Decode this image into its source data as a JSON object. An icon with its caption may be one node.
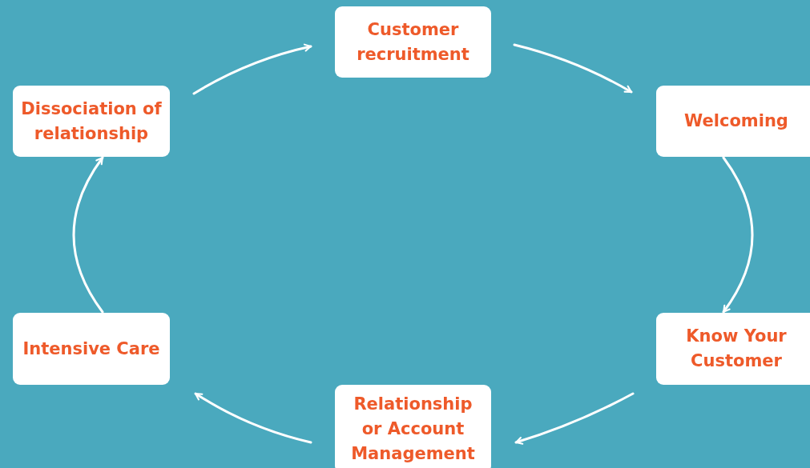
{
  "diagram": {
    "nodes": [
      {
        "text": [
          "Customer recruitment"
        ]
      },
      {
        "text": [
          "Welcoming"
        ]
      },
      {
        "text": [
          "Know Your Customer"
        ]
      },
      {
        "text": [
          "Relationship or Account Management"
        ]
      },
      {
        "text": [
          "Intensive Care"
        ]
      },
      {
        "text": [
          "Dissociation of relationship"
        ]
      }
    ],
    "edges": [
      {
        "from": 0,
        "to": 1,
        "arrow": "to"
      },
      {
        "from": 1,
        "to": 2,
        "arrow": "to"
      },
      {
        "from": 2,
        "to": 3,
        "arrow": "to"
      },
      {
        "from": 3,
        "to": 4,
        "arrow": "to"
      },
      {
        "from": 4,
        "to": 5,
        "arrow": "to"
      },
      {
        "from": 5,
        "to": 0,
        "arrow": "to"
      }
    ]
  }
}
